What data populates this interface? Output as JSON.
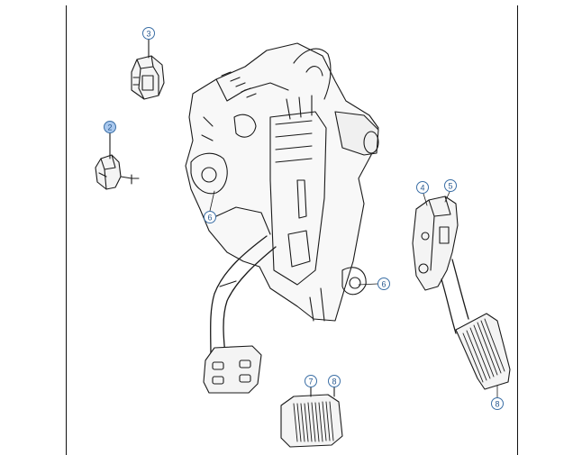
{
  "diagram": {
    "callouts": [
      {
        "id": "callout-3",
        "label": "3",
        "highlight": false
      },
      {
        "id": "callout-2",
        "label": "2",
        "highlight": true
      },
      {
        "id": "callout-6-left",
        "label": "6",
        "highlight": false
      },
      {
        "id": "callout-6-right",
        "label": "6",
        "highlight": false
      },
      {
        "id": "callout-4",
        "label": "4",
        "highlight": false
      },
      {
        "id": "callout-5",
        "label": "5",
        "highlight": false
      },
      {
        "id": "callout-7",
        "label": "7",
        "highlight": false
      },
      {
        "id": "callout-8-brake",
        "label": "8",
        "highlight": false
      },
      {
        "id": "callout-8-accel",
        "label": "8",
        "highlight": false
      }
    ],
    "colors": {
      "line": "#1a1a1a",
      "callout_ring": "#3a6ea5",
      "callout_text": "#2a5a90",
      "highlight_fill": "#a9c8ee"
    }
  }
}
